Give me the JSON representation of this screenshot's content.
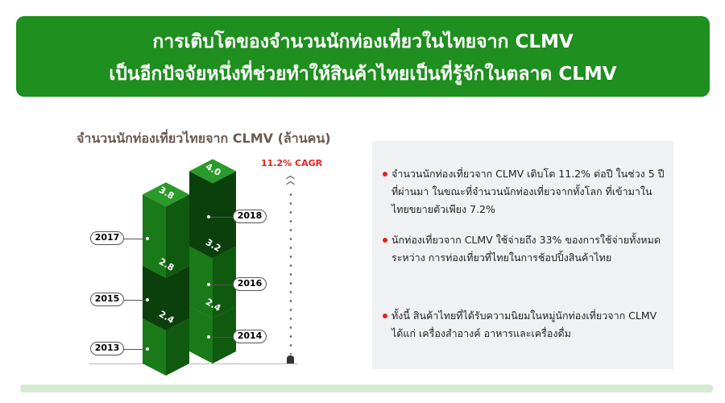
{
  "banner": {
    "line1": "การเติบโตของจำนวนนักท่องเที่ยวในไทยจาก CLMV",
    "line2": "เป็นอีกปัจจัยหนึ่งที่ช่วยทำให้สินค้าไทยเป็นที่รู้จักในตลาด CLMV"
  },
  "chart_data": {
    "type": "bar",
    "title": "จำนวนนักท่องเที่ยวไทยจาก CLMV (ล้านคน)",
    "categories": [
      "2013",
      "2014",
      "2015",
      "2016",
      "2017",
      "2018"
    ],
    "values": [
      2.4,
      2.4,
      2.8,
      3.2,
      3.8,
      4.0
    ],
    "value_labels": [
      "2.4",
      "2.4",
      "2.8",
      "3.2",
      "3.8",
      "4.0"
    ],
    "annotation": "11.2% CAGR",
    "colors": {
      "top": "#2a9a2a",
      "left": "#1a7a1a",
      "right": "#0f5a0f",
      "dark": "#0b3f0b"
    }
  },
  "panel": {
    "bullets": [
      "จำนวนนักท่องเที่ยวจาก CLMV เติบโต 11.2% ต่อปี ในช่วง 5 ปีที่ผ่านมา ในขณะที่จำนวนนักท่องเที่ยวจากทั้งโลก ที่เข้ามาในไทยขยายตัวเพียง 7.2%",
      "นักท่องเที่ยวจาก CLMV ใช้จ่ายถึง 33% ของการใช้จ่ายทั้งหมดระหว่าง การท่องเที่ยวที่ไทยในการช้อปปิ้งสินค้าไทย",
      "ทั้งนี้ สินค้าไทยที่ได้รับความนิยมในหมู่นักท่องเที่ยวจาก CLMV ได้แก่ เครื่องสำอางค์ อาหารและเครื่องดื่ม"
    ]
  }
}
